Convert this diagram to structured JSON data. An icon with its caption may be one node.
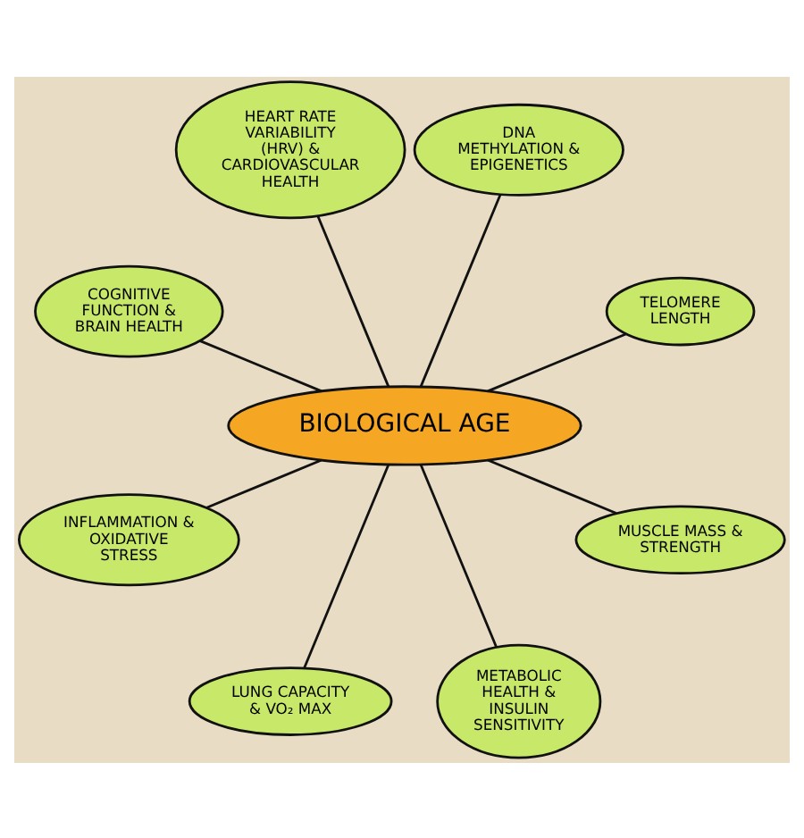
{
  "diagram": {
    "nodes": [
      {
        "text": [
          "TELOMERE LENGTH"
        ]
      },
      {
        "text": [
          "DNA METHYLATION & EPIGENETICS"
        ]
      },
      {
        "text": [
          "HEART RATE VARIABILITY (HRV) & CARDIOVASCULAR HEALTH"
        ]
      },
      {
        "text": [
          "COGNITIVE FUNCTION & BRAIN HEALTH"
        ]
      },
      {
        "text": [
          "BIOLOGICAL AGE"
        ]
      },
      {
        "text": [
          "INFLAMMATION & OXIDATIVE STRESS"
        ]
      },
      {
        "text": [
          "LUNG CAPACITY & VO₂ MAX"
        ]
      },
      {
        "text": [
          "METABOLIC HEALTH & INSULIN SENSITIVITY"
        ]
      },
      {
        "text": [
          "MUSCLE MASS & STRENGTH"
        ]
      }
    ],
    "edges": [
      {
        "from": 4,
        "to": 0,
        "arrow": "none"
      },
      {
        "from": 4,
        "to": 1,
        "arrow": "none"
      },
      {
        "from": 4,
        "to": 2,
        "arrow": "none"
      },
      {
        "from": 4,
        "to": 3,
        "arrow": "none"
      },
      {
        "from": 4,
        "to": 5,
        "arrow": "none"
      },
      {
        "from": 4,
        "to": 6,
        "arrow": "none"
      },
      {
        "from": 4,
        "to": 7,
        "arrow": "none"
      },
      {
        "from": 4,
        "to": 8,
        "arrow": "none"
      }
    ]
  }
}
